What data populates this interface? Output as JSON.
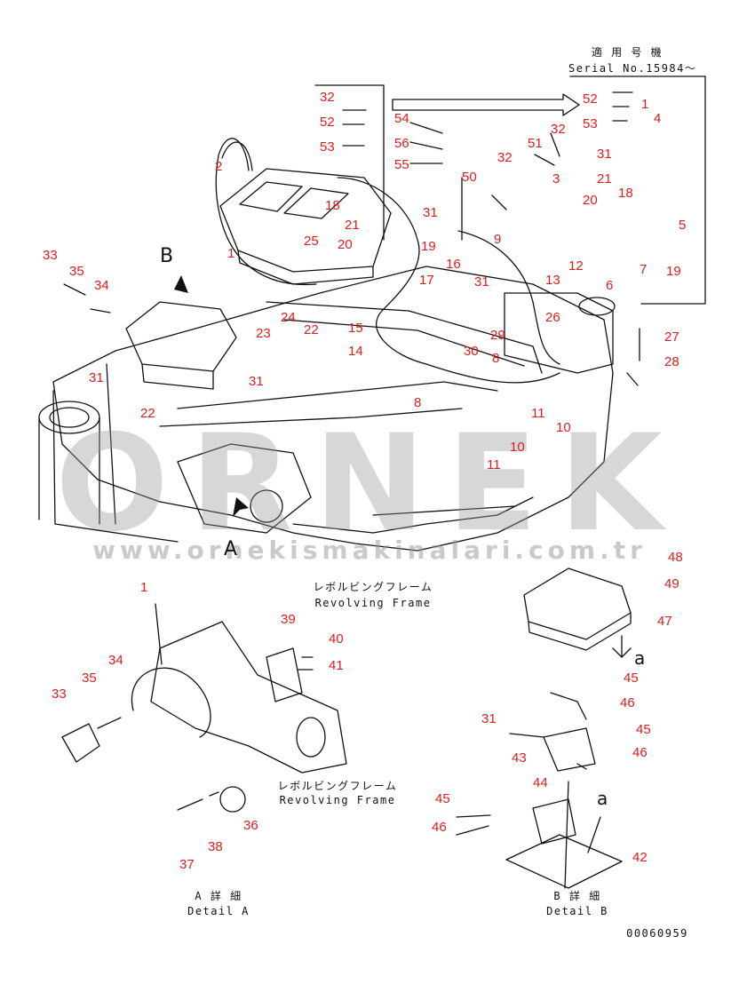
{
  "header": {
    "applicable_jp": "適 用 号 機",
    "serial": "Serial No.15984〜"
  },
  "captions": {
    "frame_jp_1": "レボルビングフレーム",
    "frame_en_1": "Revolving Frame",
    "frame_jp_2": "レボルビングフレーム",
    "frame_en_2": "Revolving Frame",
    "detail_a_jp": "A 詳 細",
    "detail_a_en": "Detail A",
    "detail_b_jp": "B 詳 細",
    "detail_b_en": "Detail B"
  },
  "view_letters": {
    "A": "A",
    "B": "B",
    "a_top": "a",
    "a_bottom": "a"
  },
  "doc_number": "00060959",
  "watermark": {
    "brand": "ORNEK",
    "url": "www.ornekismakinalari.com.tr"
  },
  "part_labels": {
    "main": [
      "32",
      "52",
      "53",
      "54",
      "56",
      "55",
      "50",
      "32",
      "51",
      "3",
      "9",
      "52",
      "1",
      "53",
      "32",
      "4",
      "31",
      "21",
      "20",
      "18",
      "5",
      "19",
      "7",
      "6",
      "12",
      "13",
      "2",
      "33",
      "35",
      "34",
      "25",
      "18",
      "21",
      "20",
      "19",
      "31",
      "16",
      "17",
      "15",
      "1",
      "24",
      "23",
      "22",
      "14",
      "31",
      "29",
      "30",
      "26",
      "27",
      "28",
      "8",
      "8",
      "11",
      "10",
      "31",
      "22",
      "10",
      "11",
      "31"
    ],
    "detail_a": [
      "1",
      "34",
      "35",
      "33",
      "39",
      "40",
      "41",
      "36",
      "38",
      "37"
    ],
    "detail_b": [
      "48",
      "49",
      "47",
      "45",
      "46",
      "31",
      "45",
      "46",
      "43",
      "44",
      "45",
      "46",
      "42"
    ]
  },
  "colors": {
    "label": "#d9201e",
    "line": "#111111",
    "watermark": "#9a9a9a"
  }
}
